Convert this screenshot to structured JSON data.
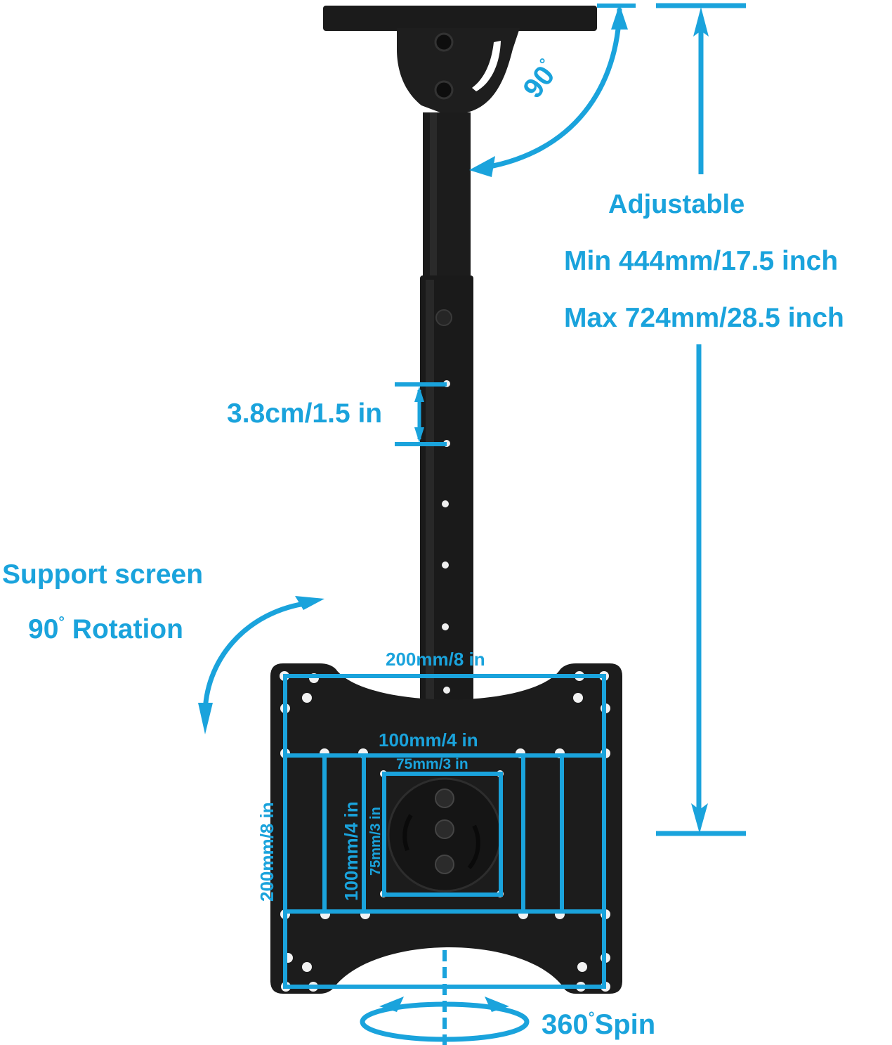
{
  "colors": {
    "accent": "#1aa3dc",
    "mount": "#1b1b1b",
    "background": "#ffffff",
    "hole": "#f2f2f2"
  },
  "tilt": {
    "angle_value": "90",
    "degree_symbol": "°"
  },
  "height_adjust": {
    "heading": "Adjustable",
    "min_label": "Min 444mm/17.5 inch",
    "max_label": "Max 724mm/28.5 inch"
  },
  "hole_spacing": {
    "label": "3.8cm/1.5 in"
  },
  "rotation": {
    "line1": "Support screen",
    "line2_value": "90",
    "degree_symbol": "°",
    "line2_text": " Rotation"
  },
  "vesa": {
    "horizontal_200": "200mm/8 in",
    "horizontal_100": "100mm/4 in",
    "horizontal_75": "75mm/3 in",
    "vertical_200": "200mm/8 in",
    "vertical_100": "100mm/4 in",
    "vertical_75": "75mm/3 in"
  },
  "spin": {
    "value": "360",
    "degree_symbol": "°",
    "text": "Spin"
  }
}
